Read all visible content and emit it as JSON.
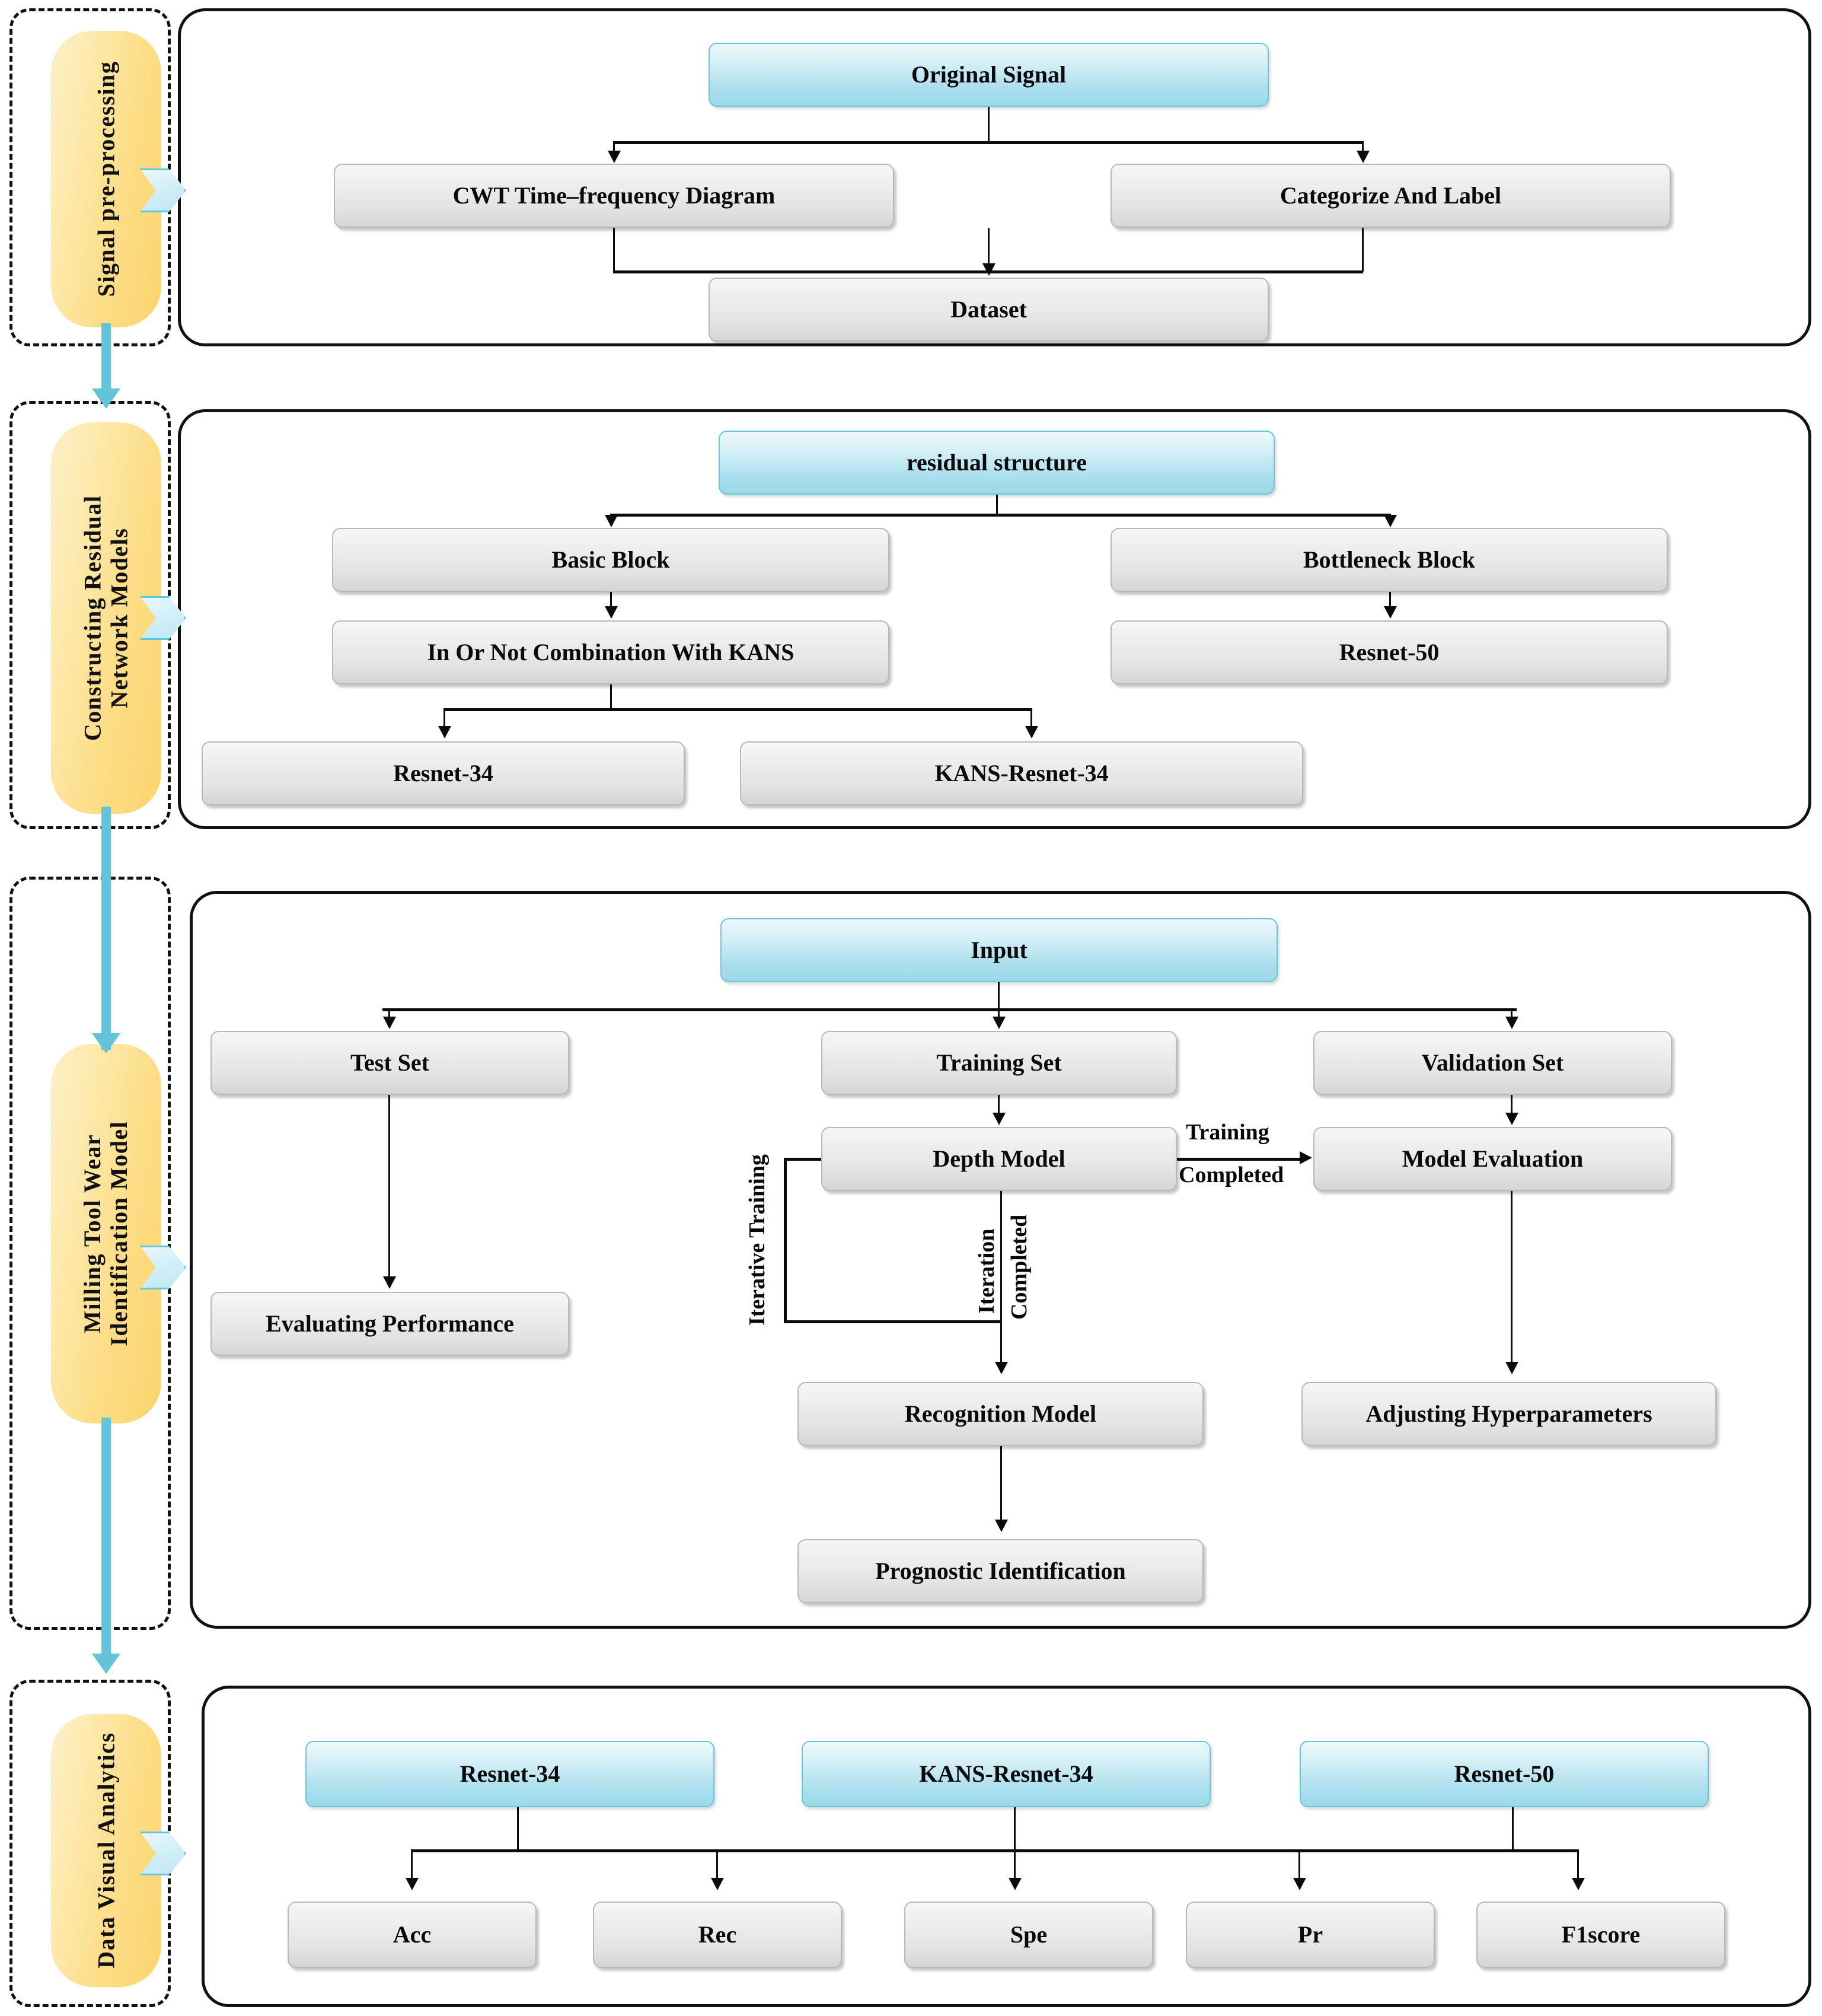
{
  "diagram": {
    "title": "Milling Tool Wear Identification Flowchart",
    "colors": {
      "stage_fill": "#fcdd86",
      "node_blue": "#9ad9ea",
      "node_grey": "#e3e3e3",
      "connector_teal": "#63c4d9",
      "line_black": "#0b0b0b"
    }
  },
  "stages": [
    {
      "id": "stage-1",
      "label": "Signal pre-processing"
    },
    {
      "id": "stage-2",
      "label_line1": "Constructing Residual",
      "label_line2": "Network Models"
    },
    {
      "id": "stage-3",
      "label_line1": "Milling Tool Wear",
      "label_line2": "Identification Model"
    },
    {
      "id": "stage-4",
      "label": "Data Visual Analytics"
    }
  ],
  "section1": {
    "root": "Original Signal",
    "left": "CWT Time–frequency  Diagram",
    "right": "Categorize And Label",
    "output": "Dataset"
  },
  "section2": {
    "root": "residual structure",
    "basic_block": "Basic Block",
    "bottleneck_block": "Bottleneck Block",
    "kans_combination": "In Or Not Combination With KANS",
    "resnet50": "Resnet-50",
    "resnet34": "Resnet-34",
    "kans_resnet34": "KANS-Resnet-34"
  },
  "section3": {
    "root": "Input",
    "test_set": "Test Set",
    "training_set": "Training Set",
    "validation_set": "Validation Set",
    "evaluating_performance": "Evaluating Performance",
    "depth_model": "Depth Model",
    "model_evaluation": "Model Evaluation",
    "recognition_model": "Recognition Model",
    "adjusting_hyperparameters": "Adjusting Hyperparameters",
    "prognostic_identification": "Prognostic Identification",
    "edge_iterative_training": "Iterative Training",
    "edge_training_top": "Training",
    "edge_training_bottom": "Completed",
    "edge_iteration_line1": "Iteration",
    "edge_iteration_line2": "Completed"
  },
  "section4": {
    "models": [
      "Resnet-34",
      "KANS-Resnet-34",
      "Resnet-50"
    ],
    "metrics": [
      "Acc",
      "Rec",
      "Spe",
      "Pr",
      "F1score"
    ]
  }
}
